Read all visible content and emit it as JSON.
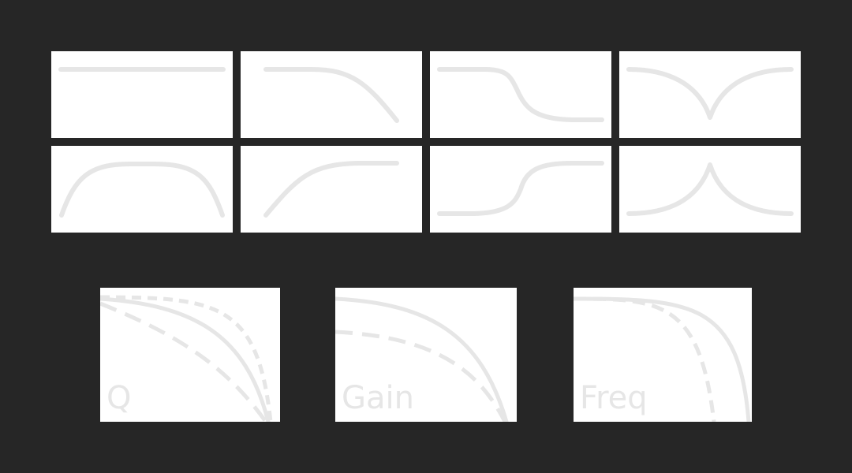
{
  "filter_types": [
    {
      "id": "flat",
      "icon": "flat-response-icon"
    },
    {
      "id": "high-shelf-cut",
      "icon": "lowpass-curve-icon"
    },
    {
      "id": "high-shelf-down",
      "icon": "shelf-down-curve-icon"
    },
    {
      "id": "notch",
      "icon": "notch-curve-icon"
    },
    {
      "id": "bandpass",
      "icon": "bandpass-curve-icon"
    },
    {
      "id": "highpass",
      "icon": "highpass-curve-icon"
    },
    {
      "id": "low-shelf-down",
      "icon": "shelf-up-curve-icon"
    },
    {
      "id": "peak",
      "icon": "peak-curve-icon"
    }
  ],
  "parameters": {
    "q_label": "Q",
    "gain_label": "Gain",
    "freq_label": "Freq"
  },
  "colors": {
    "background": "#262626",
    "tile": "#ffffff",
    "curve": "#e6e6e6"
  }
}
